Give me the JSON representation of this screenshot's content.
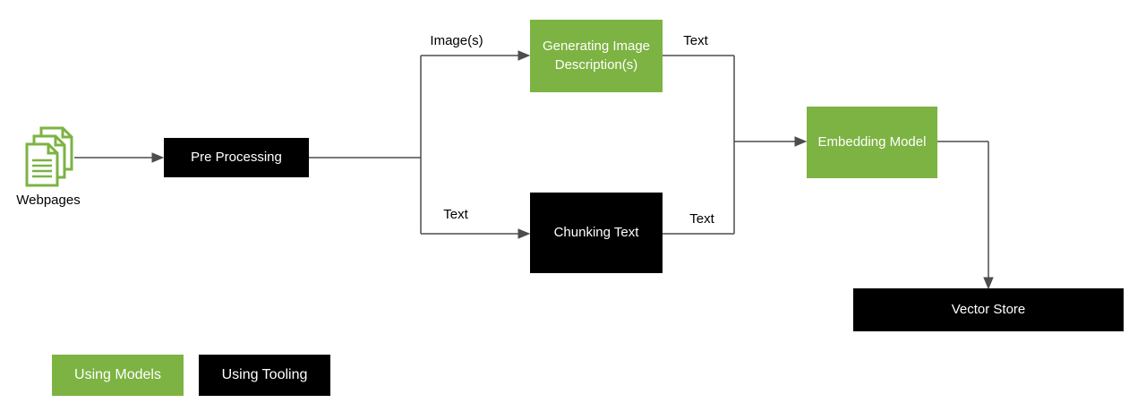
{
  "diagram": {
    "nodes": {
      "webpages": {
        "label": "Webpages"
      },
      "pre_processing": {
        "label": "Pre Processing",
        "type": "tooling"
      },
      "generating_image_descriptions": {
        "label": "Generating Image Description(s)",
        "type": "model"
      },
      "chunking_text": {
        "label": "Chunking Text",
        "type": "tooling"
      },
      "embedding_model": {
        "label": "Embedding Model",
        "type": "model"
      },
      "vector_store": {
        "label": "Vector Store",
        "type": "tooling"
      }
    },
    "edge_labels": {
      "images_branch": "Image(s)",
      "text_branch": "Text",
      "gen_image_output": "Text",
      "chunking_output": "Text"
    },
    "legend": {
      "models": "Using Models",
      "tooling": "Using Tooling"
    },
    "colors": {
      "model_green": "#7CB342",
      "tooling_black": "#000000",
      "connector_gray": "#4d4d4d"
    }
  }
}
